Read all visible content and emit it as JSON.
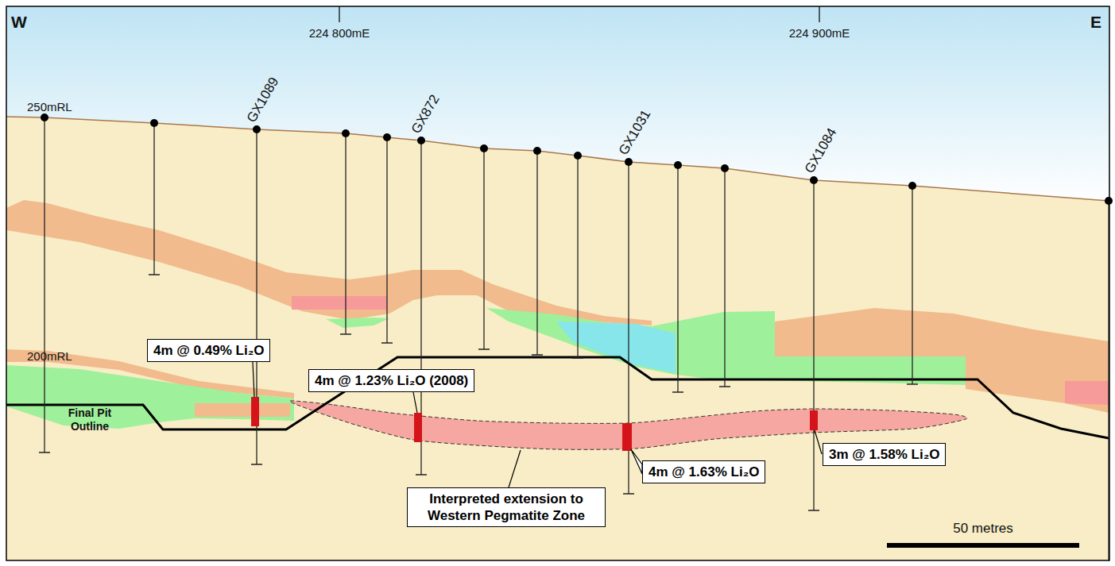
{
  "diagram": {
    "nodes": [
      {
        "text": [
          "4m @ 0.49% Li₂O"
        ]
      },
      {
        "text": [
          "4m @ 1.23% Li₂O (2008)"
        ]
      },
      {
        "text": [
          "4m @ 1.63% Li₂O"
        ]
      },
      {
        "text": [
          "3m @ 1.58% Li₂O"
        ]
      },
      {
        "text": [
          "Interpreted extension to Western Pegmatite Zone"
        ]
      }
    ],
    "labels": [
      "W",
      "E",
      "224 800mE",
      "224 900mE",
      "250mRL",
      "200mRL",
      "GX1089",
      "GX872",
      "GX1031",
      "GX1084",
      "Final Pit Outline",
      "50 metres"
    ]
  }
}
